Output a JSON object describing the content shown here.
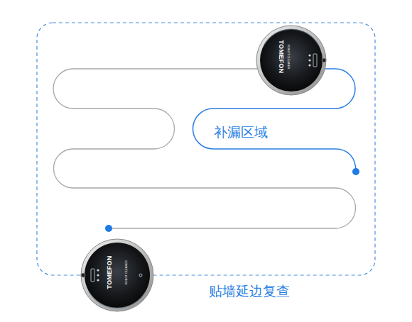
{
  "diagram": {
    "labels": [
      "TOMEFON",
      "ROBOT CLEANER",
      "补漏区域",
      "TOMEFON",
      "ROBOT CLEANER",
      "贴墙延边复查"
    ]
  }
}
